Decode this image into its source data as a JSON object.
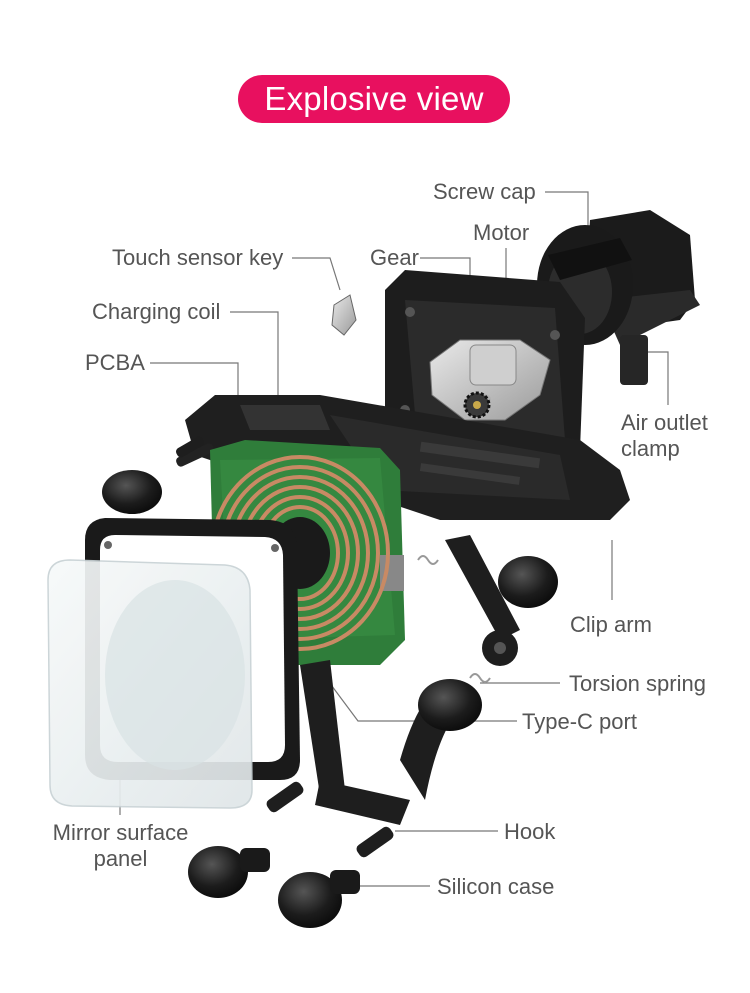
{
  "title": "Explosive view",
  "colors": {
    "accent": "#e8105f",
    "label_text": "#555555",
    "leader_line": "#777777",
    "plastic_dark": "#1e1e1e",
    "pcb_green": "#2f7d3a",
    "coil_copper": "#c88a64",
    "glass": "#eef3f4"
  },
  "labels": {
    "screw_cap": "Screw cap",
    "motor": "Motor",
    "touch_sensor_key": "Touch sensor key",
    "gear": "Gear",
    "charging_coil": "Charging coil",
    "pcba": "PCBA",
    "air_outlet_clamp_1": "Air outlet",
    "air_outlet_clamp_2": "clamp",
    "clip_arm": "Clip arm",
    "torsion_spring": "Torsion spring",
    "type_c_port": "Type-C port",
    "mirror_surface_panel_1": "Mirror surface",
    "mirror_surface_panel_2": "panel",
    "hook": "Hook",
    "silicon_case": "Silicon case"
  }
}
